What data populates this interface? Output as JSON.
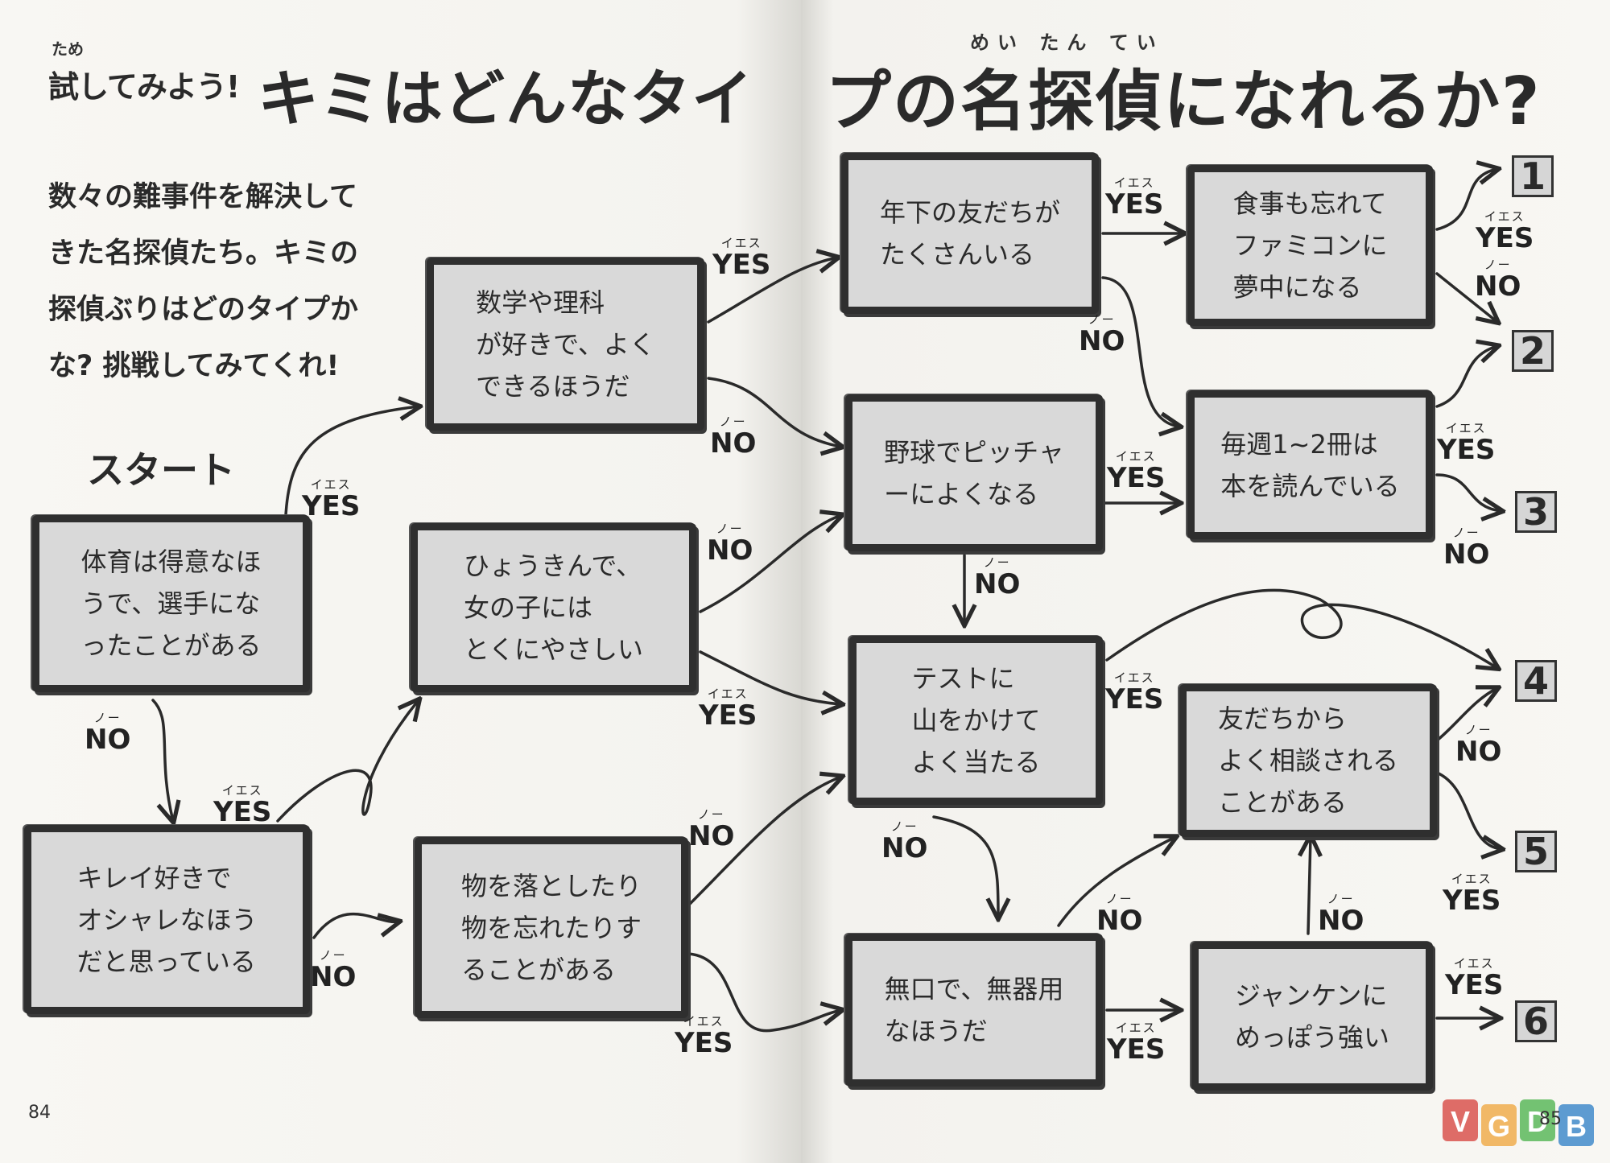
{
  "title": {
    "left_try": "試してみよう!",
    "left_main": "キミはどんなタイ",
    "right_main": "プの名探偵になれるか?",
    "ruby_try": "ため",
    "ruby_meitantei": "めい たん てい"
  },
  "intro": {
    "lines": [
      "数々の難事件を解決して",
      "きた名探偵たち。キミの",
      "探偵ぶりはどのタイプか",
      "な? 挑戦してみてくれ!"
    ]
  },
  "start_label": "スタート",
  "boxes": {
    "pe": "体育は得意なほ\nうで、選手にな\nったことがある",
    "clean": "キレイ好きで\nオシャレなほう\nだと思っている",
    "math": "数学や理科\nが好きで、よく\nできるほうだ",
    "funny": "ひょうきんで、\n女の子には\nとくにやさしい",
    "forget": "物を落としたり\n物を忘れたりす\nることがある",
    "friends": "年下の友だちが\nたくさんいる",
    "baseball": "野球でピッチャ\nーによくなる",
    "test": "テストに\n山をかけて\nよく当たる",
    "quiet": "無口で、無器用\nなほうだ",
    "famicom": "食事も忘れて\nファミコンに\n夢中になる",
    "books": "毎週1~2冊は\n本を読んでいる",
    "consult": "友だちから\nよく相談される\nことがある",
    "janken": "ジャンケンに\nめっぽう強い"
  },
  "labels": {
    "yes": "YES",
    "no": "NO",
    "yes_furi": "イエス",
    "no_furi": "ノー"
  },
  "results": [
    "1",
    "2",
    "3",
    "4",
    "5",
    "6"
  ],
  "page_numbers": {
    "left": "84",
    "right": "85"
  },
  "watermark": [
    "V",
    "G",
    "D",
    "B"
  ],
  "colors": {
    "box_fill": "#d9d9d9",
    "box_border": "#2f2f2f",
    "ink": "#2a2a2a",
    "wm_v": "#d9534f",
    "wm_g": "#f0ad4e",
    "wm_d": "#5cb85c",
    "wm_b": "#428bca"
  }
}
